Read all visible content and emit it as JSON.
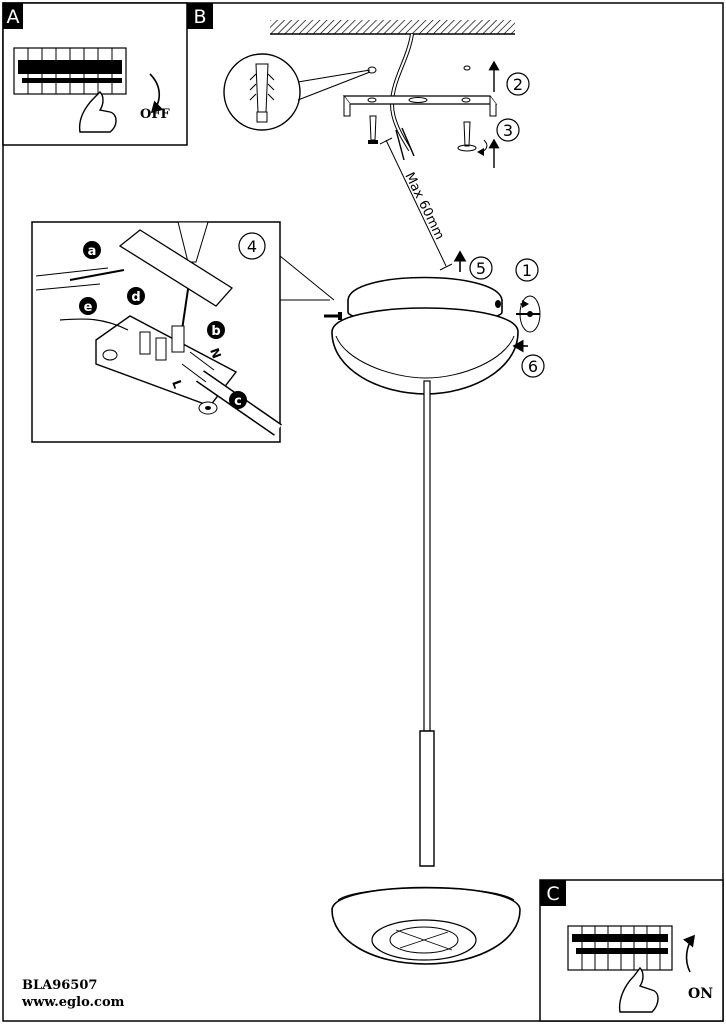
{
  "panels": {
    "a": {
      "letter": "A",
      "switch_label": "OFF"
    },
    "b": {
      "letter": "B"
    },
    "c": {
      "letter": "C",
      "switch_label": "ON"
    }
  },
  "steps": {
    "s1": "1",
    "s2": "2",
    "s3": "3",
    "s4": "4",
    "s5": "5",
    "s6": "6"
  },
  "cable_limit": "Max 60mm",
  "detail_labels": {
    "a": "a",
    "b": "b",
    "c": "c",
    "d": "d",
    "e": "e",
    "n": "N",
    "l": "L"
  },
  "footer": {
    "code": "BLA96507",
    "website": "www.eglo.com"
  }
}
